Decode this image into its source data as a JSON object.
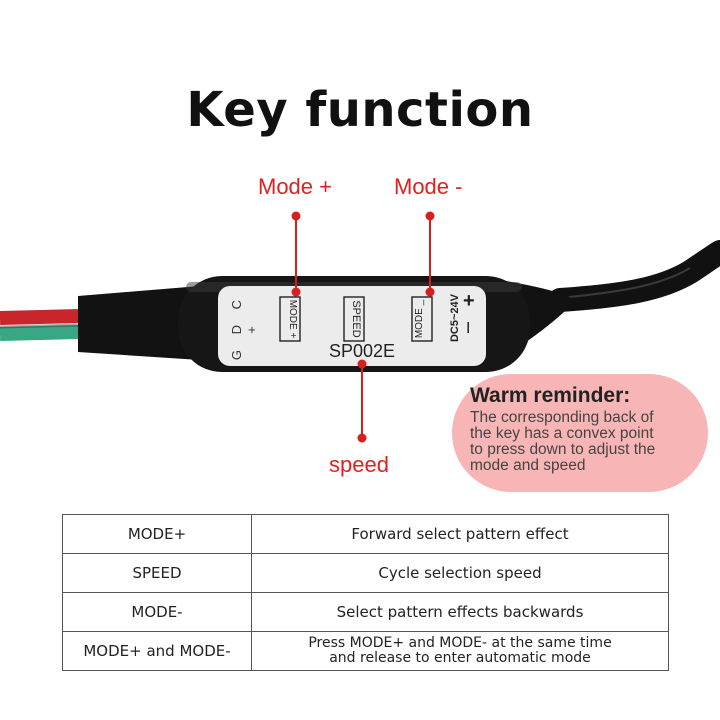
{
  "title": "Key function",
  "callouts": {
    "mode_plus": "Mode +",
    "mode_minus": "Mode -",
    "speed": "speed"
  },
  "controller": {
    "model": "SP002E",
    "pins": "G D C +",
    "button_mode_plus": "MODE +",
    "button_speed": "SPEED",
    "button_mode_minus": "MODE _",
    "voltage": "DC5~24V",
    "plus": "+",
    "minus": "I"
  },
  "reminder": {
    "title": "Warm reminder:",
    "lines": [
      "The corresponding back of",
      "the key has a convex point",
      "to press down to adjust the",
      "mode and speed"
    ]
  },
  "table": [
    {
      "key": "MODE+",
      "function": "Forward select pattern effect"
    },
    {
      "key": "SPEED",
      "function": "Cycle selection speed"
    },
    {
      "key": "MODE-",
      "function": "Select pattern effects backwards"
    },
    {
      "key": "MODE+ and MODE-",
      "function_lines": [
        "Press MODE+ and MODE- at the same time",
        "and release to enter automatic mode"
      ]
    }
  ]
}
